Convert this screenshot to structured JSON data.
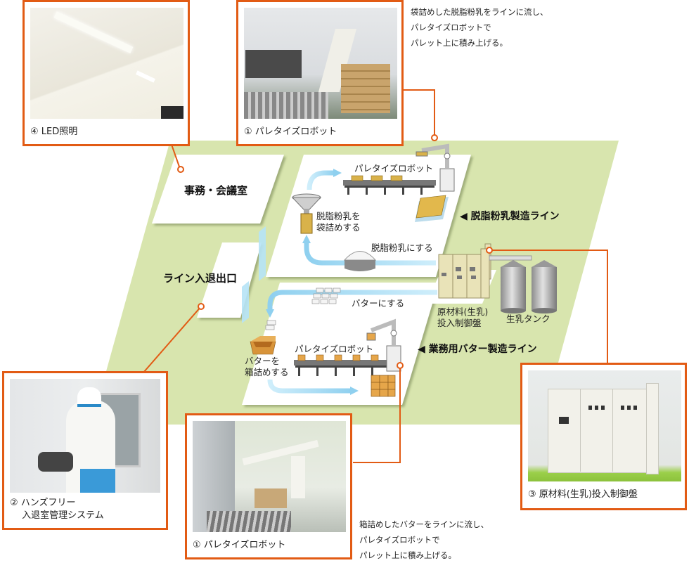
{
  "colors": {
    "floor": "#d8e5ae",
    "accent": "#e25b14",
    "flow_arrow": "#8fd0ef",
    "panel": "#e9e3b8",
    "box": "#e6a64a",
    "bag": "#d9b24a"
  },
  "rooms": {
    "office": "事務・会議室",
    "entrance": "ライン入退出口"
  },
  "lines": {
    "skim_milk": {
      "title": "◀ 脱脂粉乳製造ライン",
      "robot_label": "パレタイズロボット",
      "bagging_label": "脱脂粉乳を\n袋詰めする",
      "powder_label": "脱脂粉乳にする",
      "icons": [
        "hopper-icon",
        "powder-pile-icon",
        "conveyor-icon",
        "robot-arm-icon",
        "pallet-bags-icon"
      ]
    },
    "butter": {
      "title": "◀ 業務用バター製造ライン",
      "robot_label": "パレタイズロボット",
      "boxing_label": "バターを\n箱詰めする",
      "butter_label": "バターにする",
      "icons": [
        "butter-packs-icon",
        "cardboard-box-icon",
        "conveyor-icon",
        "robot-arm-icon",
        "pallet-boxes-icon"
      ]
    }
  },
  "equipment": {
    "control_panel": "原材料(生乳)\n投入制御盤",
    "milk_tank": "生乳タンク"
  },
  "callouts": [
    {
      "id": "led",
      "caption": "④ LED照明",
      "photo": "ceiling-led-lights-photo"
    },
    {
      "id": "robot-top",
      "caption": "① パレタイズロボット",
      "photo": "palletizing-robot-bags-photo",
      "note": "袋詰めした脱脂粉乳をラインに流し、\nパレタイズロボットで\nパレット上に積み上げる。"
    },
    {
      "id": "handsfree",
      "caption": "② ハンズフリー\n　 入退室管理システム",
      "photo": "handsfree-entry-system-photo"
    },
    {
      "id": "robot-bottom",
      "caption": "① パレタイズロボット",
      "photo": "palletizing-robot-boxes-photo",
      "note": "箱詰めしたバターをラインに流し、\nパレタイズロボットで\nパレット上に積み上げる。"
    },
    {
      "id": "panel",
      "caption": "③ 原材料(生乳)投入制御盤",
      "photo": "raw-milk-control-panel-photo"
    }
  ]
}
